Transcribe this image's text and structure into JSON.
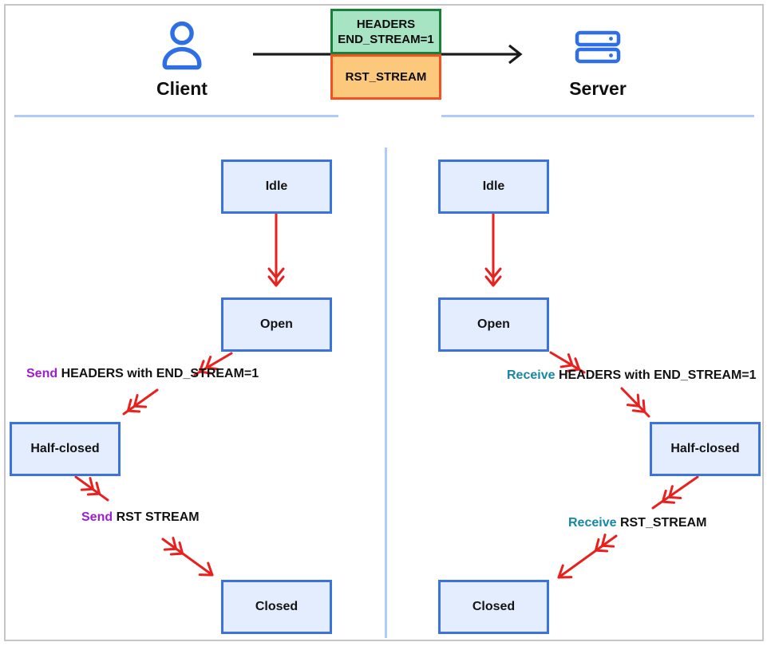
{
  "top": {
    "client": {
      "label": "Client"
    },
    "server": {
      "label": "Server"
    },
    "frames": {
      "headers_line1": "HEADERS",
      "headers_line2": "END_STREAM=1",
      "rst": "RST_STREAM"
    }
  },
  "client_sm": {
    "idle": "Idle",
    "open": "Open",
    "half_closed": "Half-closed",
    "closed": "Closed",
    "t1_action": "Send",
    "t1_rest": " HEADERS with END_STREAM=1",
    "t2_action": "Send",
    "t2_rest": " RST STREAM"
  },
  "server_sm": {
    "idle": "Idle",
    "open": "Open",
    "half_closed": "Half-closed",
    "closed": "Closed",
    "t1_action": "Receive",
    "t1_rest": " HEADERS with END_STREAM=1",
    "t2_action": "Receive",
    "t2_rest": " RST_STREAM"
  },
  "colors": {
    "headers_fill": "#a7e4c3",
    "headers_border": "#188038",
    "rst_fill": "#fcc87c",
    "rst_border": "#f4511e",
    "state_fill": "#e3edfd",
    "state_border": "#3b72e0",
    "arrow_red": "#e8201e",
    "send": "#9e1cd1",
    "receive": "#1787a6",
    "divider": "#aecbfa",
    "icon_blue": "#2e6ee6"
  }
}
